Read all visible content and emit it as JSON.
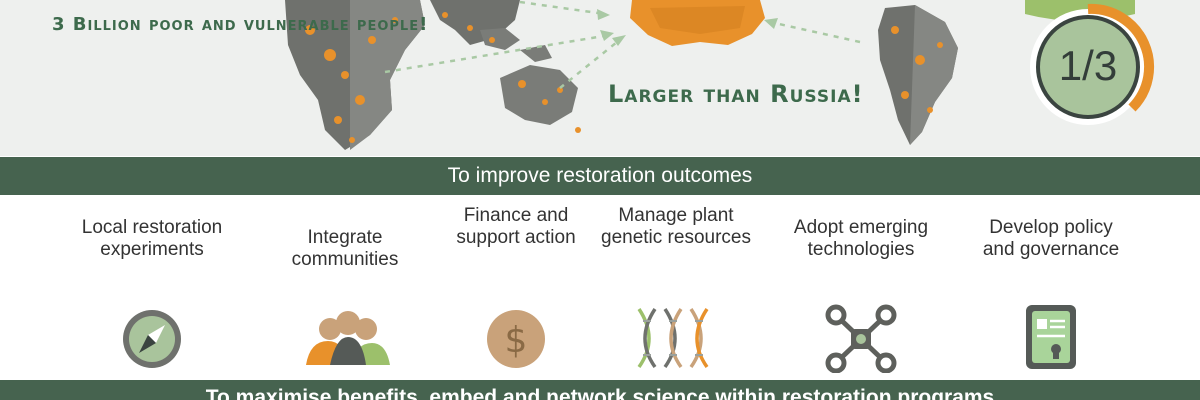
{
  "callouts": {
    "poor_people": "3 Billion poor and vulnerable people!",
    "larger_than": "Larger than Russia!",
    "fraction": "1/3"
  },
  "band_top": "To improve restoration outcomes",
  "actions": [
    {
      "label": "Local restoration experiments",
      "icon": "compass-icon"
    },
    {
      "label": "Integrate communities",
      "icon": "people-icon"
    },
    {
      "label": "Finance and support action",
      "icon": "dollar-coin-icon"
    },
    {
      "label": "Manage plant genetic resources",
      "icon": "dna-icon"
    },
    {
      "label": "Adopt emerging technologies",
      "icon": "drone-icon"
    },
    {
      "label": "Develop policy and governance",
      "icon": "policy-document-icon"
    }
  ],
  "band_bottom": "To maximise benefits, embed and network science within restoration programs",
  "colors": {
    "dark_green": "#46634f",
    "orange": "#e8912b",
    "land_gray": "#6f716d",
    "light_green": "#9cc06b",
    "background": "#eef0ee"
  }
}
